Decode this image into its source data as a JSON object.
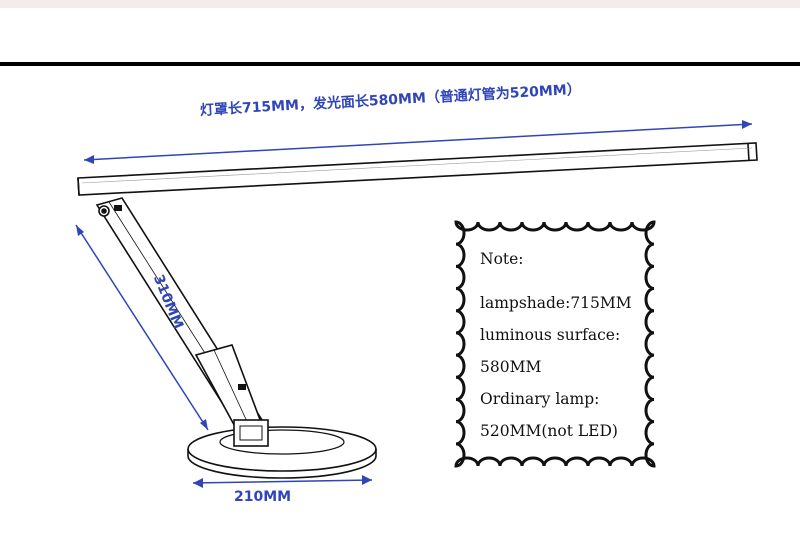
{
  "dimensions": {
    "lampshade_label": "灯罩长715MM，发光面长580MM（普通灯管为520MM）",
    "height_label": "310MM",
    "base_label": "210MM"
  },
  "note": {
    "title": "Note:",
    "lines": [
      "lampshade:715MM",
      "luminous surface:",
      "580MM",
      "Ordinary lamp:",
      "520MM(not LED)"
    ]
  },
  "colors": {
    "dimension": "#2f45b8",
    "line": "#111111",
    "top_rule": "#000000"
  }
}
